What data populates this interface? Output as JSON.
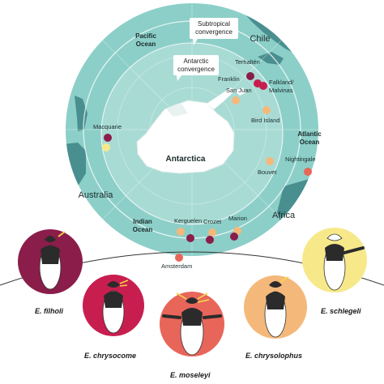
{
  "map": {
    "continent_label": "Antarctica",
    "land_labels": {
      "australia": "Australia",
      "africa": "Africa",
      "chile": "Chile"
    },
    "ocean_labels": {
      "pacific": [
        "Pacific",
        "Ocean"
      ],
      "atlantic": [
        "Atlantic",
        "Ocean"
      ],
      "indian": [
        "Indian",
        "Ocean"
      ]
    },
    "callouts": {
      "subtropical": [
        "Subtropical",
        "convergence"
      ],
      "antarctic": [
        "Antarctic",
        "convergence"
      ]
    },
    "islands": {
      "terhalten": "Terhaltén",
      "franklin": "Franklin",
      "san_juan": "San Juan",
      "falkland": [
        "Falkland/",
        "Malvinas"
      ],
      "bird_island": "Bird Island",
      "nightingale": "Nightingale",
      "bouvet": "Bouvet",
      "macquarie": "Macquarie",
      "kerguelen": "Kerguelen",
      "crozet": "Crozet",
      "marion": "Marion",
      "amsterdam": "Amsterdam"
    },
    "colors": {
      "ocean": "#8ccfc8",
      "inner_ocean": "#b5e0da",
      "land": "#4a8f90",
      "ice": "#ffffff",
      "e_filholi": "#8b1d4a",
      "e_chrysocome": "#c81e4f",
      "e_moseleyi": "#e8655a",
      "e_chrysolophus": "#f4b97a",
      "e_schlegeli": "#f7e98a"
    }
  },
  "species": [
    {
      "name": "E. filholi",
      "color": "#8b1d4a"
    },
    {
      "name": "E. chrysocome",
      "color": "#c81e4f"
    },
    {
      "name": "E. moseleyi",
      "color": "#e8655a"
    },
    {
      "name": "E. chrysolophus",
      "color": "#f4b97a"
    },
    {
      "name": "E. schlegeli",
      "color": "#f7e98a"
    }
  ]
}
